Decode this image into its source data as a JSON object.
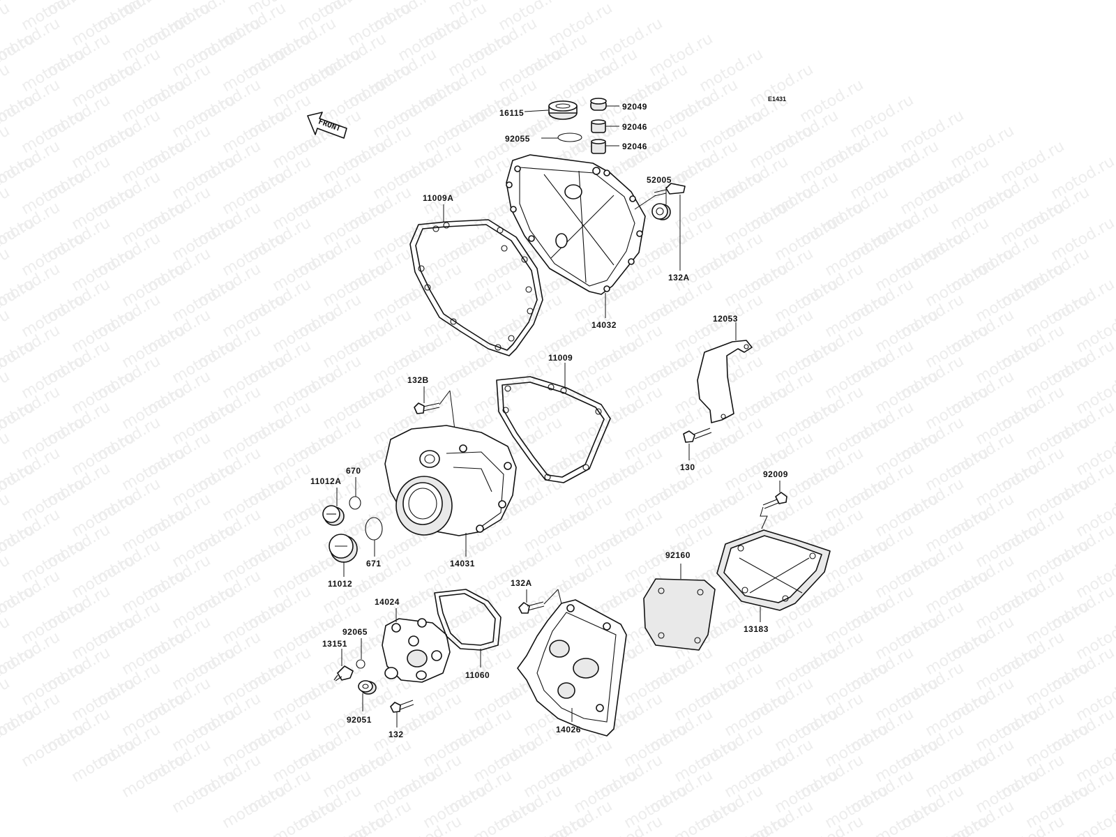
{
  "diagram": {
    "code": "E1431",
    "front_label": "FRONT",
    "watermark_text": "motod.ru",
    "parts": [
      {
        "id": "16115",
        "label": "16115"
      },
      {
        "id": "92049",
        "label": "92049"
      },
      {
        "id": "92046a",
        "label": "92046"
      },
      {
        "id": "92055",
        "label": "92055"
      },
      {
        "id": "92046b",
        "label": "92046"
      },
      {
        "id": "52005",
        "label": "52005"
      },
      {
        "id": "11009A",
        "label": "11009A"
      },
      {
        "id": "132A_top",
        "label": "132A"
      },
      {
        "id": "14032",
        "label": "14032"
      },
      {
        "id": "12053",
        "label": "12053"
      },
      {
        "id": "11009",
        "label": "11009"
      },
      {
        "id": "132B",
        "label": "132B"
      },
      {
        "id": "130",
        "label": "130"
      },
      {
        "id": "670",
        "label": "670"
      },
      {
        "id": "11012A",
        "label": "11012A"
      },
      {
        "id": "92009",
        "label": "92009"
      },
      {
        "id": "671",
        "label": "671"
      },
      {
        "id": "14031",
        "label": "14031"
      },
      {
        "id": "92160",
        "label": "92160"
      },
      {
        "id": "11012",
        "label": "11012"
      },
      {
        "id": "14024",
        "label": "14024"
      },
      {
        "id": "132A_mid",
        "label": "132A"
      },
      {
        "id": "13183",
        "label": "13183"
      },
      {
        "id": "92065",
        "label": "92065"
      },
      {
        "id": "13151",
        "label": "13151"
      },
      {
        "id": "11060",
        "label": "11060"
      },
      {
        "id": "92051",
        "label": "92051"
      },
      {
        "id": "132",
        "label": "132"
      },
      {
        "id": "14026",
        "label": "14026"
      }
    ]
  }
}
